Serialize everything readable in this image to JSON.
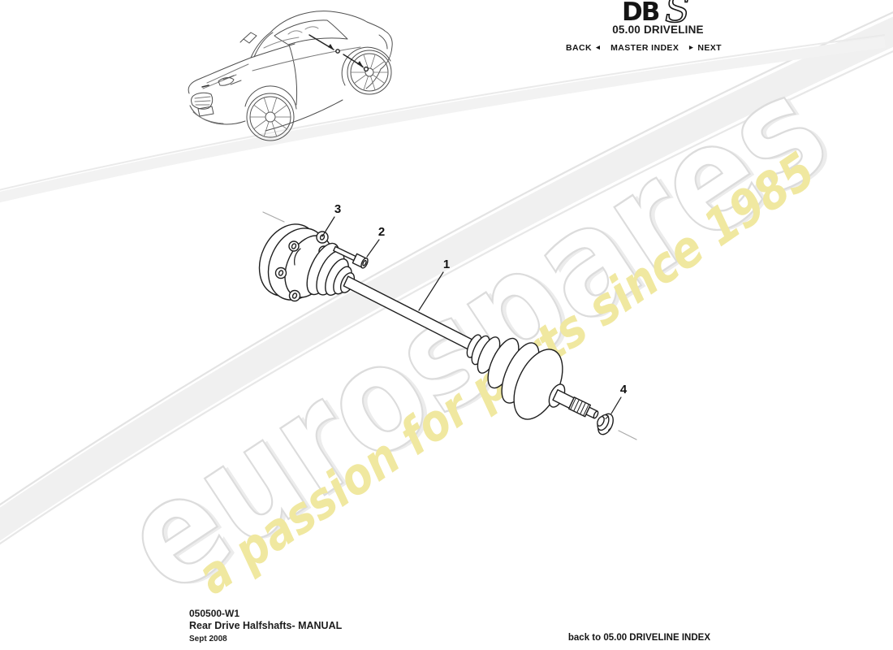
{
  "header": {
    "logo": {
      "db": "DB",
      "s": "S"
    },
    "section_title": "05.00 DRIVELINE",
    "nav": {
      "back_label": "BACK",
      "back_arrow": "◄",
      "master_index_label": "MASTER INDEX",
      "next_arrow": "►",
      "next_label": "NEXT"
    }
  },
  "watermark": {
    "brand": "eurospares",
    "slogan": "a passion for parts since 1985",
    "slogan_color": "#f0e8a0",
    "brand_stroke": "#dcdcdc"
  },
  "diagram": {
    "callouts": [
      {
        "label": "1"
      },
      {
        "label": "2"
      },
      {
        "label": "3"
      },
      {
        "label": "4"
      }
    ]
  },
  "footer": {
    "drawing_code": "050500-W1",
    "drawing_title": "Rear Drive Halfshafts- MANUAL",
    "date": "Sept 2008",
    "index_link": "back to 05.00 DRIVELINE INDEX"
  }
}
